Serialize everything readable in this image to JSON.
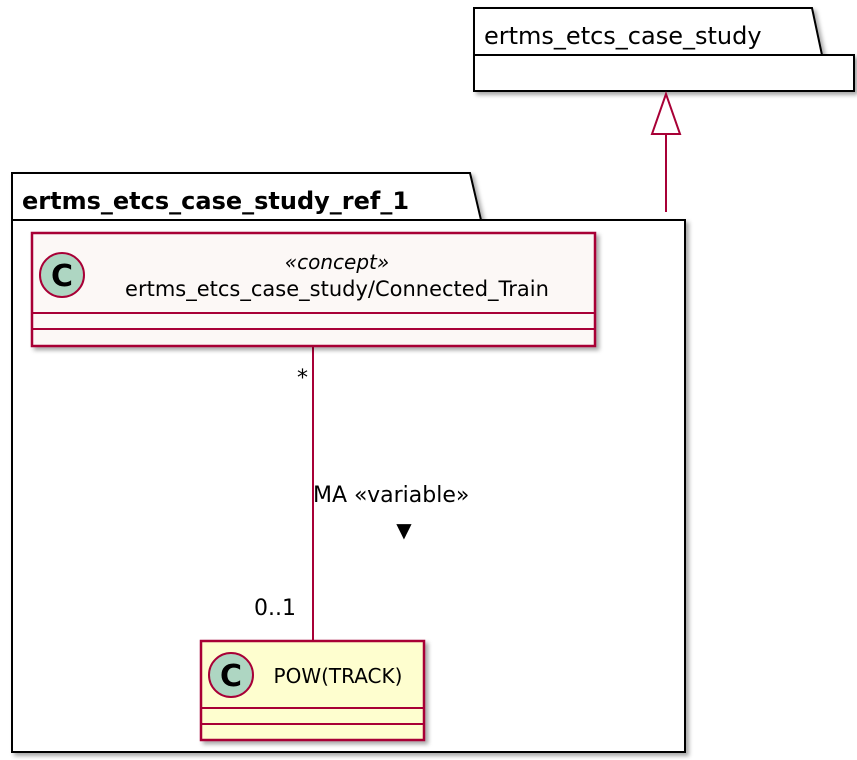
{
  "packages": {
    "parent": {
      "name": "ertms_etcs_case_study"
    },
    "child": {
      "name": "ertms_etcs_case_study_ref_1"
    }
  },
  "classes": {
    "connected_train": {
      "icon_letter": "C",
      "stereotype": "«concept»",
      "name": "ertms_etcs_case_study/Connected_Train",
      "fill": "#fcf8f6"
    },
    "pow_track": {
      "icon_letter": "C",
      "name": "POW(TRACK)",
      "fill": "#fefecf"
    }
  },
  "association": {
    "label": "MA «variable»",
    "direction_arrow": "▼",
    "source_multiplicity": "*",
    "target_multiplicity": "0..1"
  },
  "colors": {
    "line": "#a80036",
    "icon_fill": "#aed6c2",
    "border": "#000000"
  }
}
